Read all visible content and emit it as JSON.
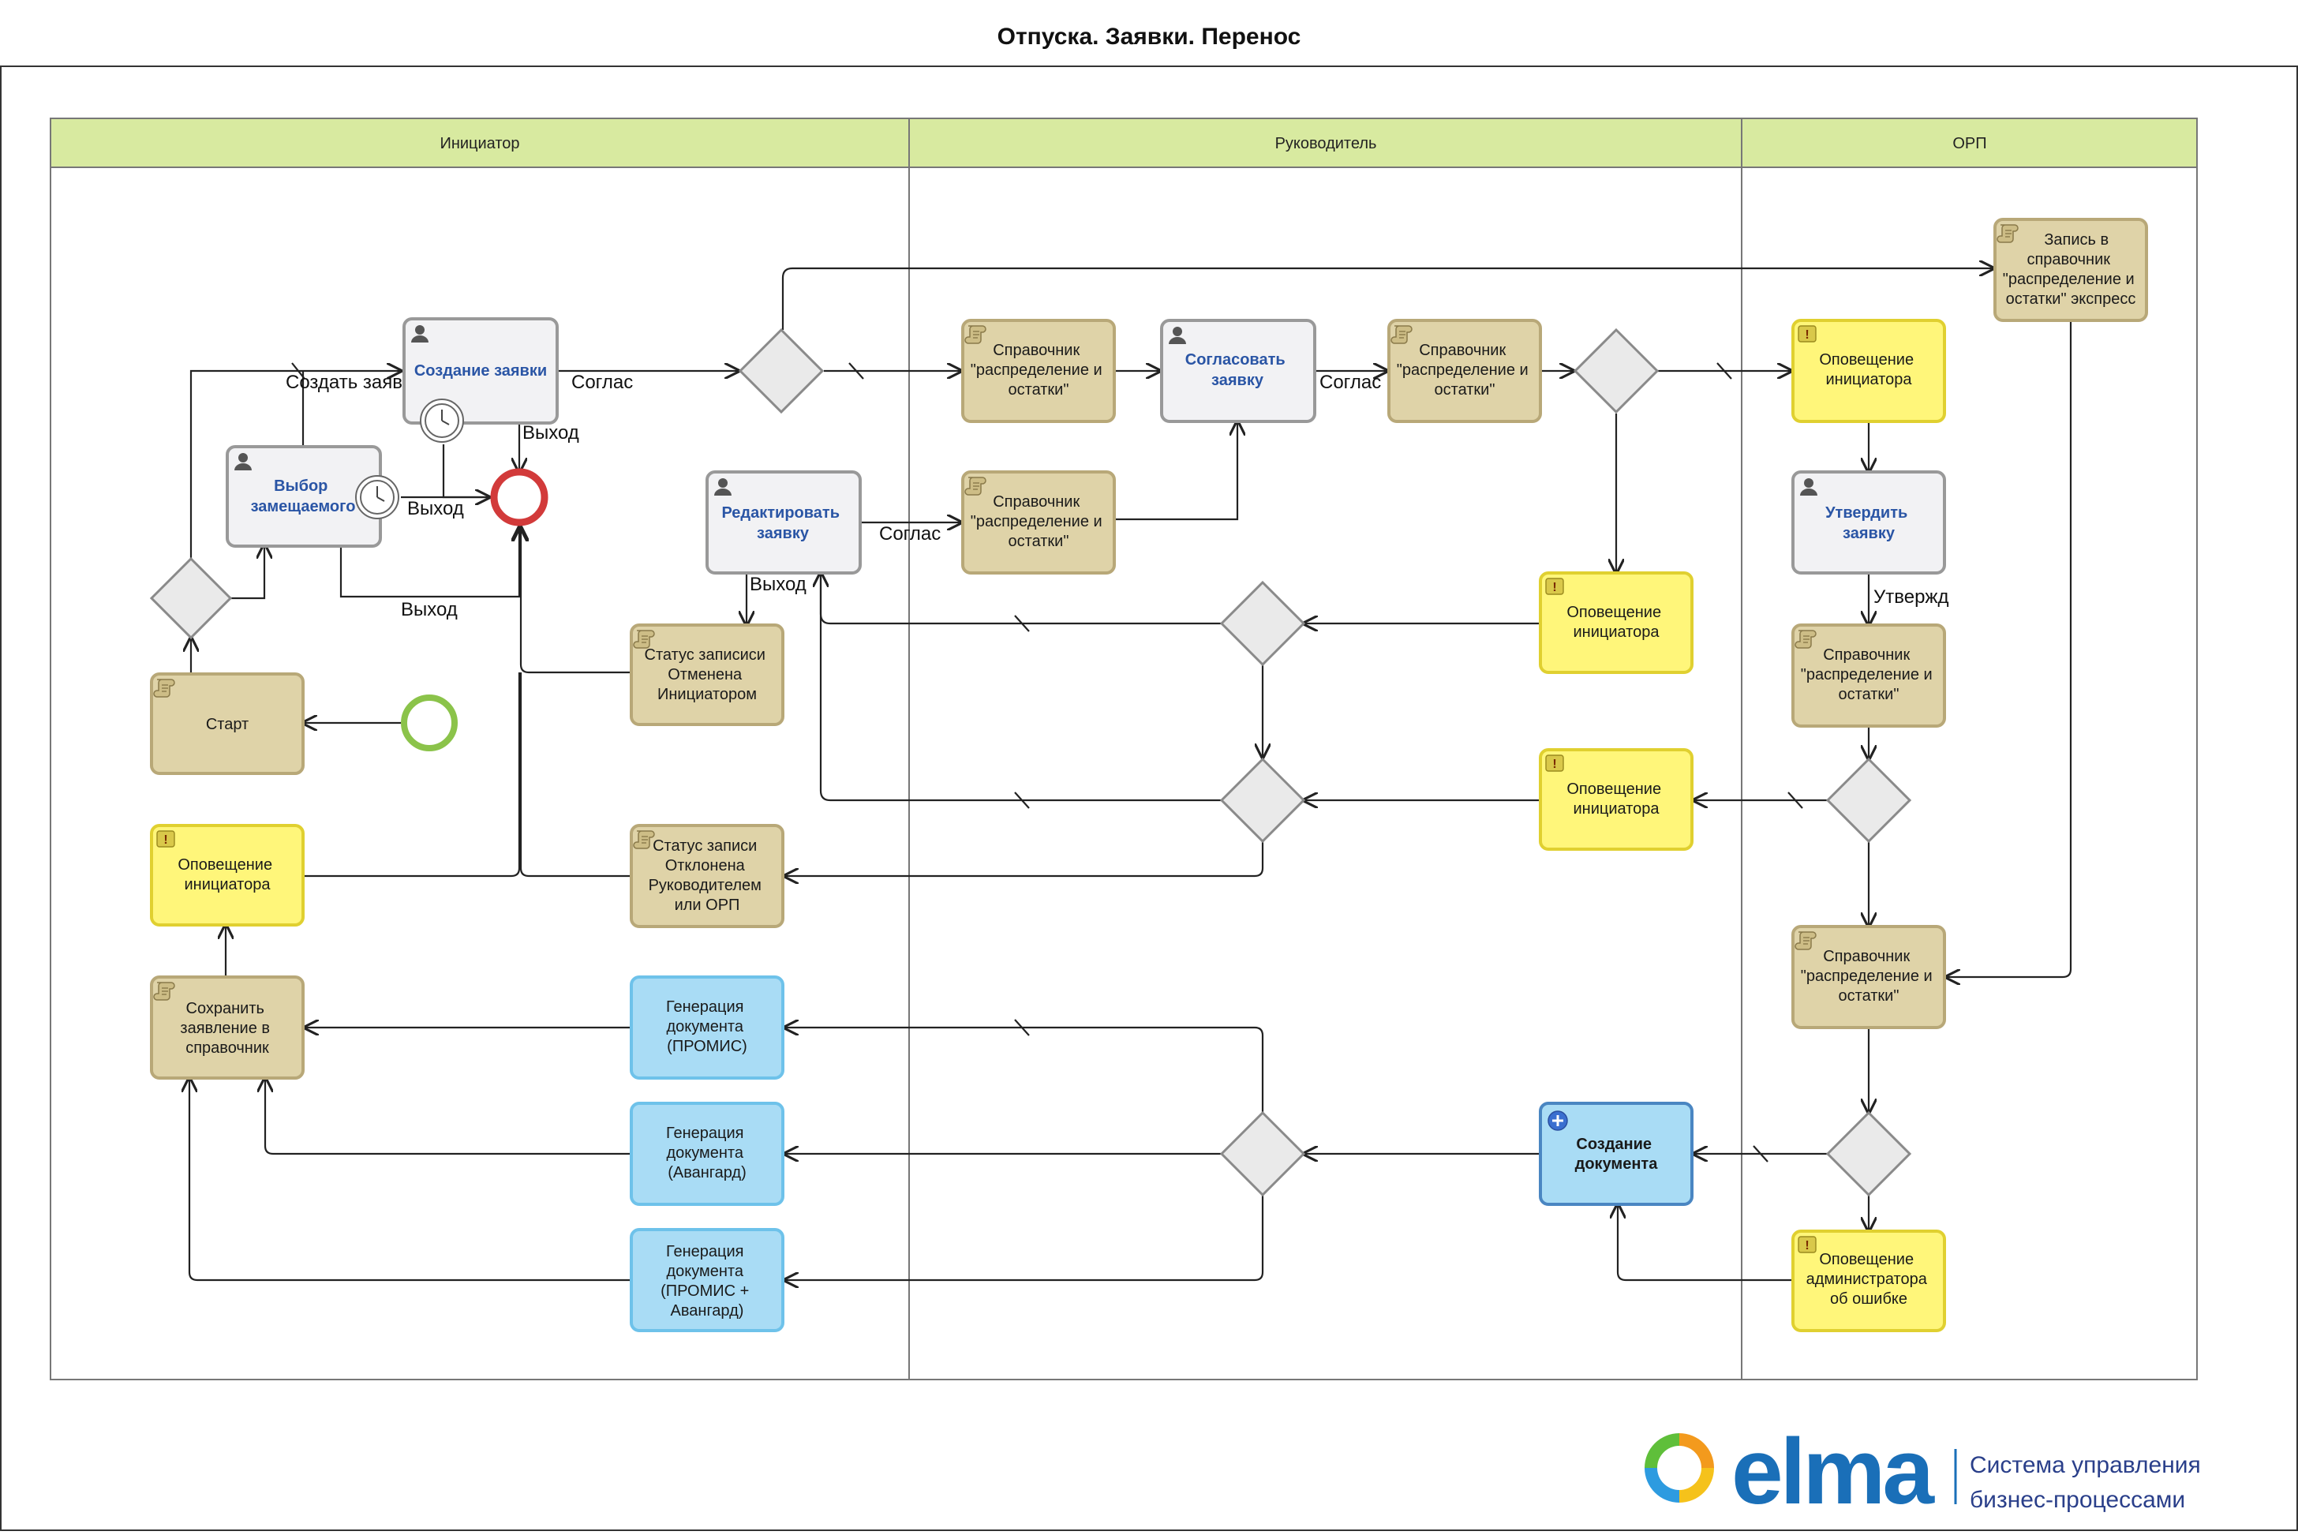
{
  "title": "Отпуска. Заявки. Перенос",
  "lanes": [
    {
      "id": "initiator",
      "label": "Инициатор"
    },
    {
      "id": "manager",
      "label": "Руководитель"
    },
    {
      "id": "orp",
      "label": "ОРП"
    }
  ],
  "tasks": {
    "create_request": "Создание заявки",
    "select_substitute": "Выбор замещаемого",
    "edit_request": "Редактировать заявку",
    "status_cancelled": "Статус записиси Отменена Инициатором",
    "start_script": "Старт",
    "notify_initiator_1": "Оповещение инициатора",
    "status_rejected": "Статус записи Отклонена Руководителем или ОРП",
    "save_statement": "Сохранить заявление в справочник",
    "gen_promis": "Генерация документа (ПРОМИС)",
    "gen_avangard": "Генерация документа (Авангард)",
    "gen_both": "Генерация документа (ПРОМИС + Авангард)",
    "ref_1": "Справочник \"распределение и остатки\"",
    "ref_2": "Справочник \"распределение и остатки\"",
    "approve_request": "Согласовать заявку",
    "ref_3": "Справочник \"распределение и остатки\"",
    "notify_initiator_2": "Оповещение инициатора",
    "notify_initiator_3": "Оповещение инициатора",
    "record_express": "Запись в справочник \"распределение и остатки\" экспресс",
    "notify_initiator_4": "Оповещение инициатора",
    "confirm_request": "Утвердить заявку",
    "ref_4": "Справочник \"распределение и остатки\"",
    "ref_5": "Справочник \"распределение и остатки\"",
    "create_document": "Создание документа",
    "notify_admin": "Оповещение администратора об ошибке"
  },
  "flow_labels": {
    "create": "Создать заявку",
    "agree_1": "Соглас",
    "exit_1": "Выход",
    "exit_2": "Выход",
    "exit_3": "Выход",
    "exit_4": "Выход",
    "agree_2": "Соглас",
    "agree_3": "Соглас",
    "confirm": "Утвержд"
  },
  "brand": {
    "name": "elma",
    "tagline_1": "Система управления",
    "tagline_2": "бизнес-процессами"
  },
  "colors": {
    "lane_header": "#d8eaa0",
    "script_task": "#dfd3a8",
    "user_task": "#f2f2f4",
    "notify_task": "#fff67a",
    "doc_task": "#a9dcf5",
    "end_event": "#d23a3a",
    "start_event": "#8bc34a"
  }
}
